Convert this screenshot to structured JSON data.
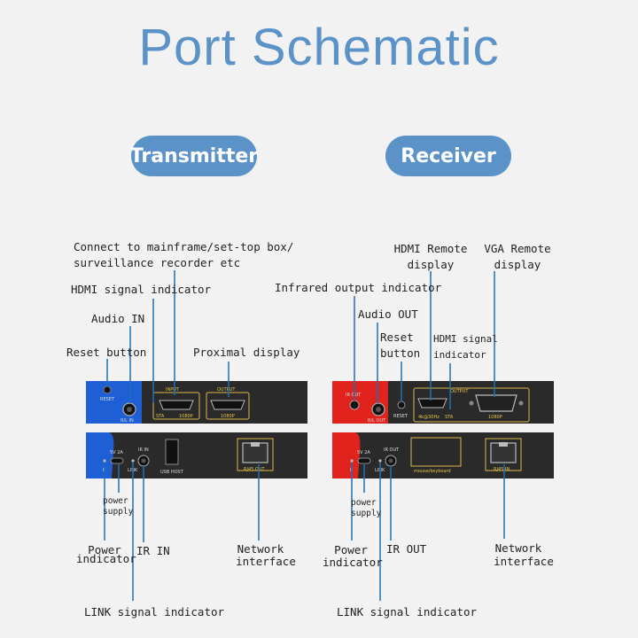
{
  "title": "Port Schematic",
  "sections": {
    "transmitter": "Transmitter",
    "receiver": "Receiver"
  },
  "colors": {
    "accent": "#5b93c9",
    "tx_panel": "#1f5fd6",
    "rx_panel": "#e0241d",
    "device_body": "#2a2a2a",
    "port_outline": "#d9b84a",
    "leader": "#1f6fb8"
  },
  "tx_labels": {
    "connect": "Connect to mainframe/set-top box/",
    "connect2": "surveillance recorder etc",
    "hdmi_signal": "HDMI signal indicator",
    "audio_in": "Audio IN",
    "reset": "Reset button",
    "proximal": "Proximal display",
    "power_supply_1": "power",
    "power_supply_2": "supply",
    "power_ind_1": "Power",
    "power_ind_2": "indicator",
    "ir_in": "IR IN",
    "network_1": "Network",
    "network_2": "interface",
    "link": "LINK signal indicator"
  },
  "rx_labels": {
    "hdmi_remote_1": "HDMI Remote",
    "hdmi_remote_2": "display",
    "vga_remote_1": "VGA Remote",
    "vga_remote_2": "display",
    "ir_output": "Infrared output indicator",
    "audio_out": "Audio OUT",
    "reset_1": "Reset",
    "reset_2": "button",
    "hdmi_signal_1": "HDMI signal",
    "hdmi_signal_2": "indicator",
    "power_supply_1": "power",
    "power_supply_2": "supply",
    "power_ind_1": "Power",
    "power_ind_2": "indicator",
    "ir_out": "IR OUT",
    "network_1": "Network",
    "network_2": "interface",
    "link": "LINK signal indicator"
  },
  "tx_device": {
    "reset": "RESET",
    "rl_in": "R/L IN",
    "input": "INPUT",
    "sta": "STA",
    "res1": "1080P",
    "output": "OUTPUT",
    "res2": "1080P",
    "p": "P",
    "power": "5V 2A",
    "ir_in": "IR IN",
    "link": "LINK",
    "usb": "USB HOST",
    "rj45": "RJ45 OUT"
  },
  "rx_device": {
    "ir_out": "IR OUT",
    "rl_out": "R/L OUT",
    "reset": "RESET",
    "hdmi_res": "4k@30Hz",
    "sta": "STA",
    "output": "OUTPUT",
    "vga_res": "1080P",
    "p": "P",
    "power": "5V 2A",
    "ir_out2": "IR OUT",
    "link": "LINK",
    "mouse": "mouse/keyboard",
    "rj45": "RJ45 IN"
  }
}
